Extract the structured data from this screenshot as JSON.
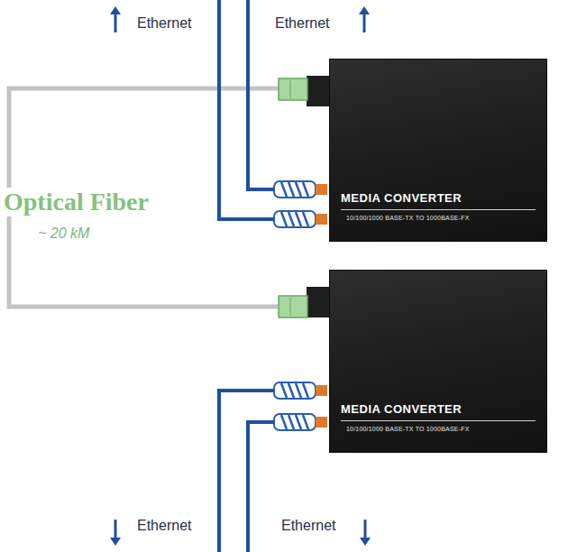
{
  "diagram": {
    "nodes": [
      {
        "text": [
          "MEDIA CONVERTER",
          "10/100/1000 BASE-TX TO 1000BASE-FX"
        ]
      },
      {
        "text": [
          "MEDIA CONVERTER",
          "10/100/1000 BASE-TX TO 1000BASE-FX"
        ]
      }
    ],
    "edges": [
      {
        "from": 0,
        "to": 1,
        "arrow": "none",
        "label": "Optical Fiber"
      }
    ],
    "labels": [
      "Ethernet",
      "Ethernet",
      "~ 20 kM",
      "Ethernet",
      "Ethernet"
    ]
  }
}
